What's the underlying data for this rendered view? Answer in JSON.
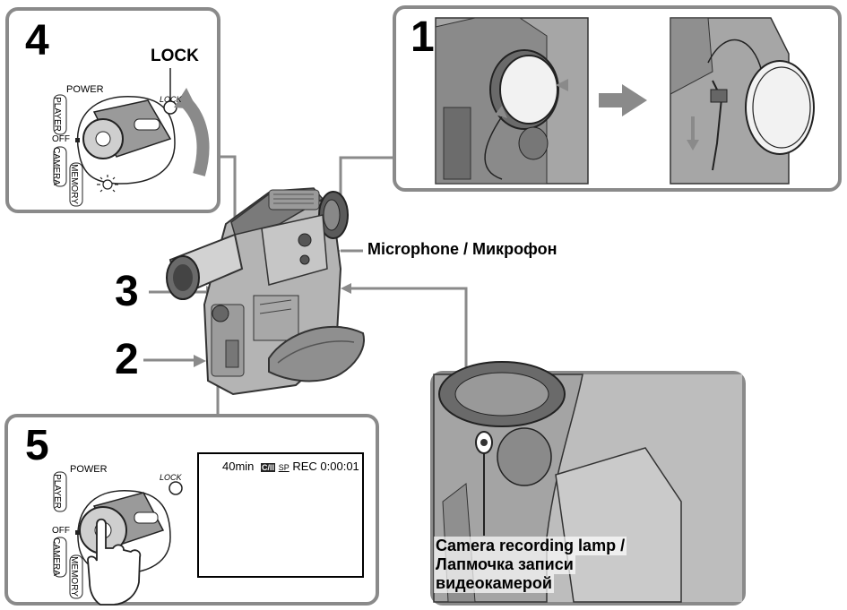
{
  "steps": {
    "one": "1",
    "two": "2",
    "three": "3",
    "four": "4",
    "five": "5"
  },
  "panel4": {
    "lock_label": "LOCK",
    "power_label": "POWER",
    "player_label": "PLAYER",
    "off_label": "OFF",
    "camera_label": "CAMERA",
    "memory_label": "MEMORY",
    "lock_small": "LOCK"
  },
  "panel5": {
    "power_label": "POWER",
    "player_label": "PLAYER",
    "off_label": "OFF",
    "camera_label": "CAMERA",
    "memory_label": "MEMORY",
    "lock_small": "LOCK",
    "battery_text": "40min",
    "tape_icon_text": "C/II",
    "sp_text": "SP",
    "rec_text": "REC",
    "counter_text": "0:00:01"
  },
  "callouts": {
    "microphone": "Microphone / Микрофон",
    "lamp_line1": "Camera recording lamp /",
    "lamp_line2": "Лапмочка записи",
    "lamp_line3": "видеокамерой"
  },
  "colors": {
    "panel_border": "#8a8a8a",
    "camera_dark": "#4a4a4a",
    "camera_mid": "#8c8c8c",
    "camera_light": "#c8c8c8",
    "arrow": "#888888"
  },
  "icons": [
    "lens-cap-icon",
    "hand-icon",
    "power-dial-icon",
    "battery-icon",
    "cassette-icon",
    "arrow-icon"
  ]
}
